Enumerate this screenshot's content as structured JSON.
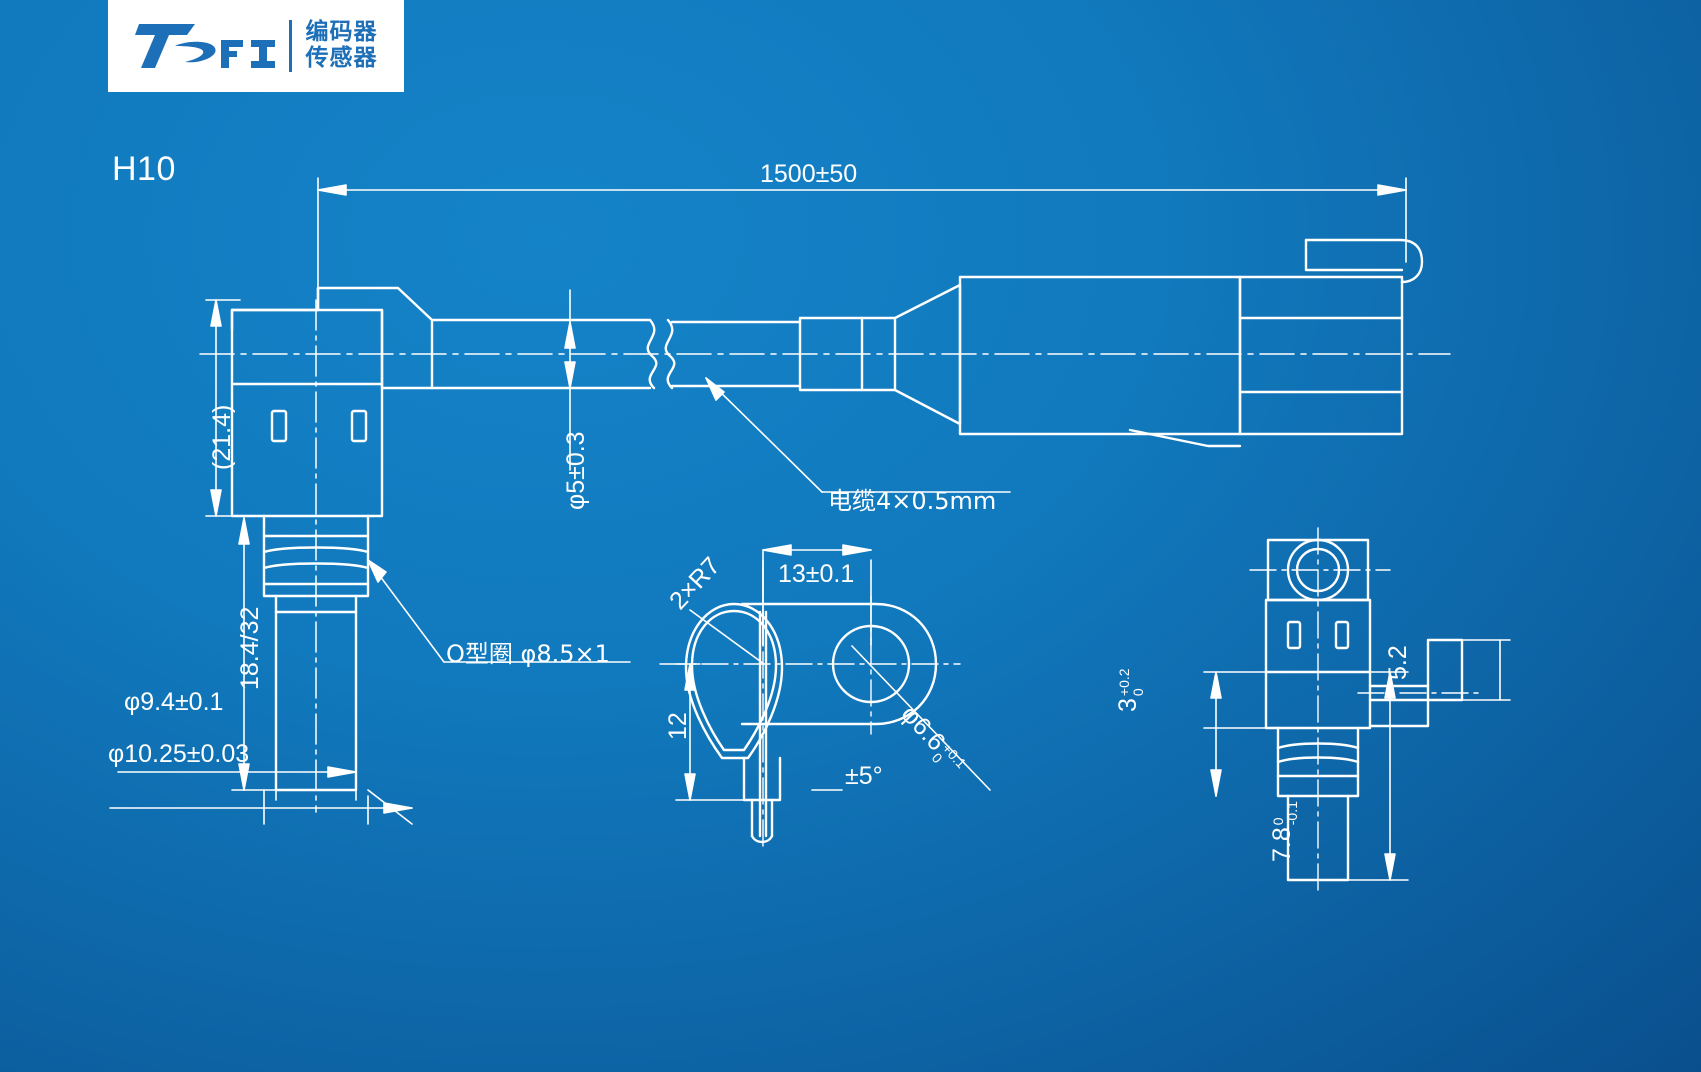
{
  "meta": {
    "view_title": "H10",
    "background_color": "#1179bd",
    "line_color": "#ffffff"
  },
  "logo": {
    "wordmark": "TOFI",
    "divider": true,
    "lines": [
      "编码器",
      "传感器"
    ],
    "brand_color": "#1d6fb8",
    "plate_color": "#ffffff"
  },
  "drawing": {
    "title": "H10",
    "overall_length": "1500±50",
    "labels": {
      "height_ref": "(21.4)",
      "thread_length": "18.4/32",
      "cable_diameter": "φ5±0.3",
      "cable_spec": "电缆4×0.5mm",
      "oring": "O型圈 φ8.5×1",
      "dia_9_4": "φ9.4±0.1",
      "dia_10_25": "φ10.25±0.03"
    },
    "detail_view": {
      "radius": "2×R7",
      "width": "13±0.1",
      "height": "12",
      "hole_dia_base": "φ6.6",
      "hole_dia_tol_upper": "+0.1",
      "hole_dia_tol_lower": "0",
      "angle": "±5°"
    },
    "side_view": {
      "dim_3_base": "3",
      "dim_3_tol_upper": "+0.2",
      "dim_3_tol_lower": "0",
      "dim_5_2": "5.2",
      "dim_7_8_base": "7.8",
      "dim_7_8_tol_upper": "0",
      "dim_7_8_tol_lower": "-0.1"
    }
  }
}
